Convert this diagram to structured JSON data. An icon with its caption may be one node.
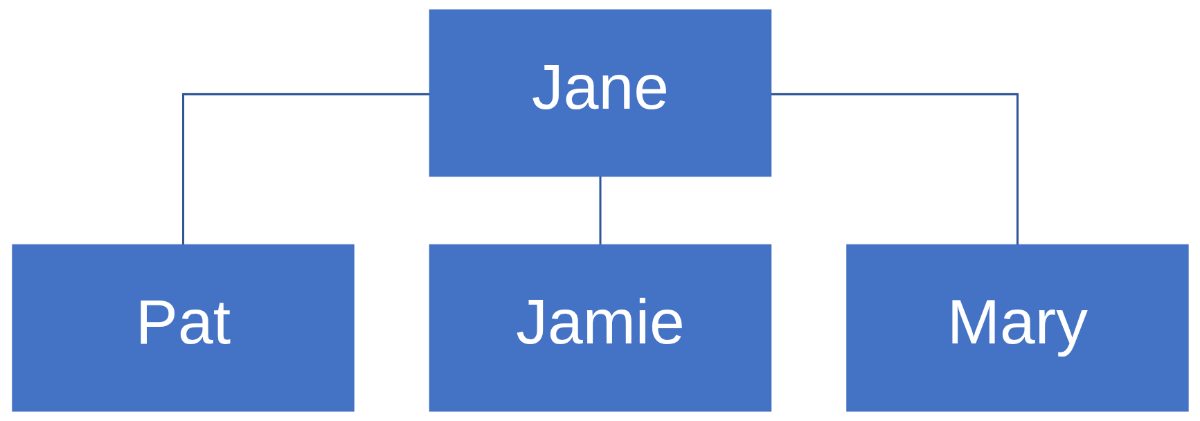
{
  "diagram": {
    "nodes": [
      {
        "text": [
          "Jane"
        ]
      },
      {
        "text": [
          "Pat"
        ]
      },
      {
        "text": [
          "Jamie"
        ]
      },
      {
        "text": [
          "Mary"
        ]
      }
    ],
    "edges": [
      {
        "from": 0,
        "to": 1,
        "arrow": "none"
      },
      {
        "from": 0,
        "to": 2,
        "arrow": "none"
      },
      {
        "from": 0,
        "to": 3,
        "arrow": "none"
      }
    ]
  }
}
